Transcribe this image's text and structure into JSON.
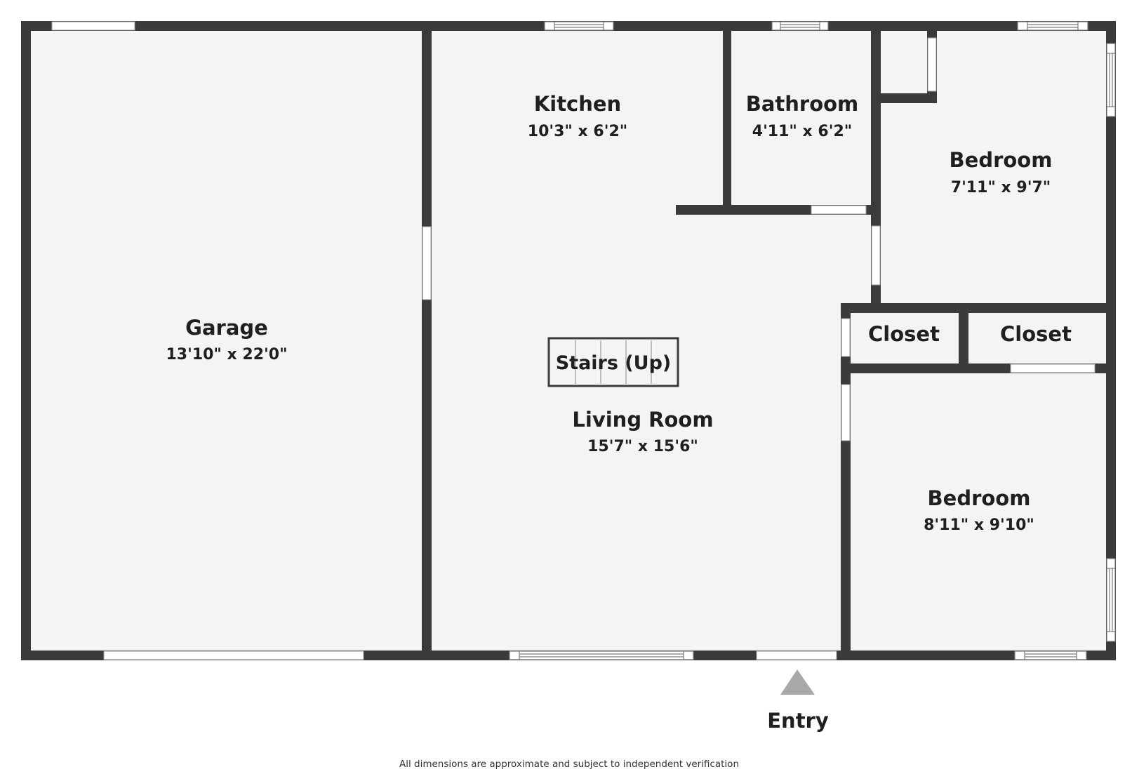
{
  "rooms": {
    "garage": {
      "name": "Garage",
      "dimensions": "13'10\" x 22'0\""
    },
    "kitchen": {
      "name": "Kitchen",
      "dimensions": "10'3\" x 6'2\""
    },
    "bathroom": {
      "name": "Bathroom",
      "dimensions": "4'11\" x 6'2\""
    },
    "bedroom_top": {
      "name": "Bedroom",
      "dimensions": "7'11\" x 9'7\""
    },
    "closet_left": {
      "name": "Closet"
    },
    "closet_right": {
      "name": "Closet"
    },
    "living_room": {
      "name": "Living Room",
      "dimensions": "15'7\" x 15'6\""
    },
    "bedroom_bottom": {
      "name": "Bedroom",
      "dimensions": "8'11\" x 9'10\""
    }
  },
  "stairs": {
    "label": "Stairs (Up)"
  },
  "entry": {
    "label": "Entry"
  },
  "disclaimer": "All dimensions are approximate and subject to independent verification",
  "colors": {
    "wall": "#3b3b3b",
    "floor": "#f4f4f4",
    "opening": "#ffffff",
    "entry_marker": "#a8a8a8"
  }
}
